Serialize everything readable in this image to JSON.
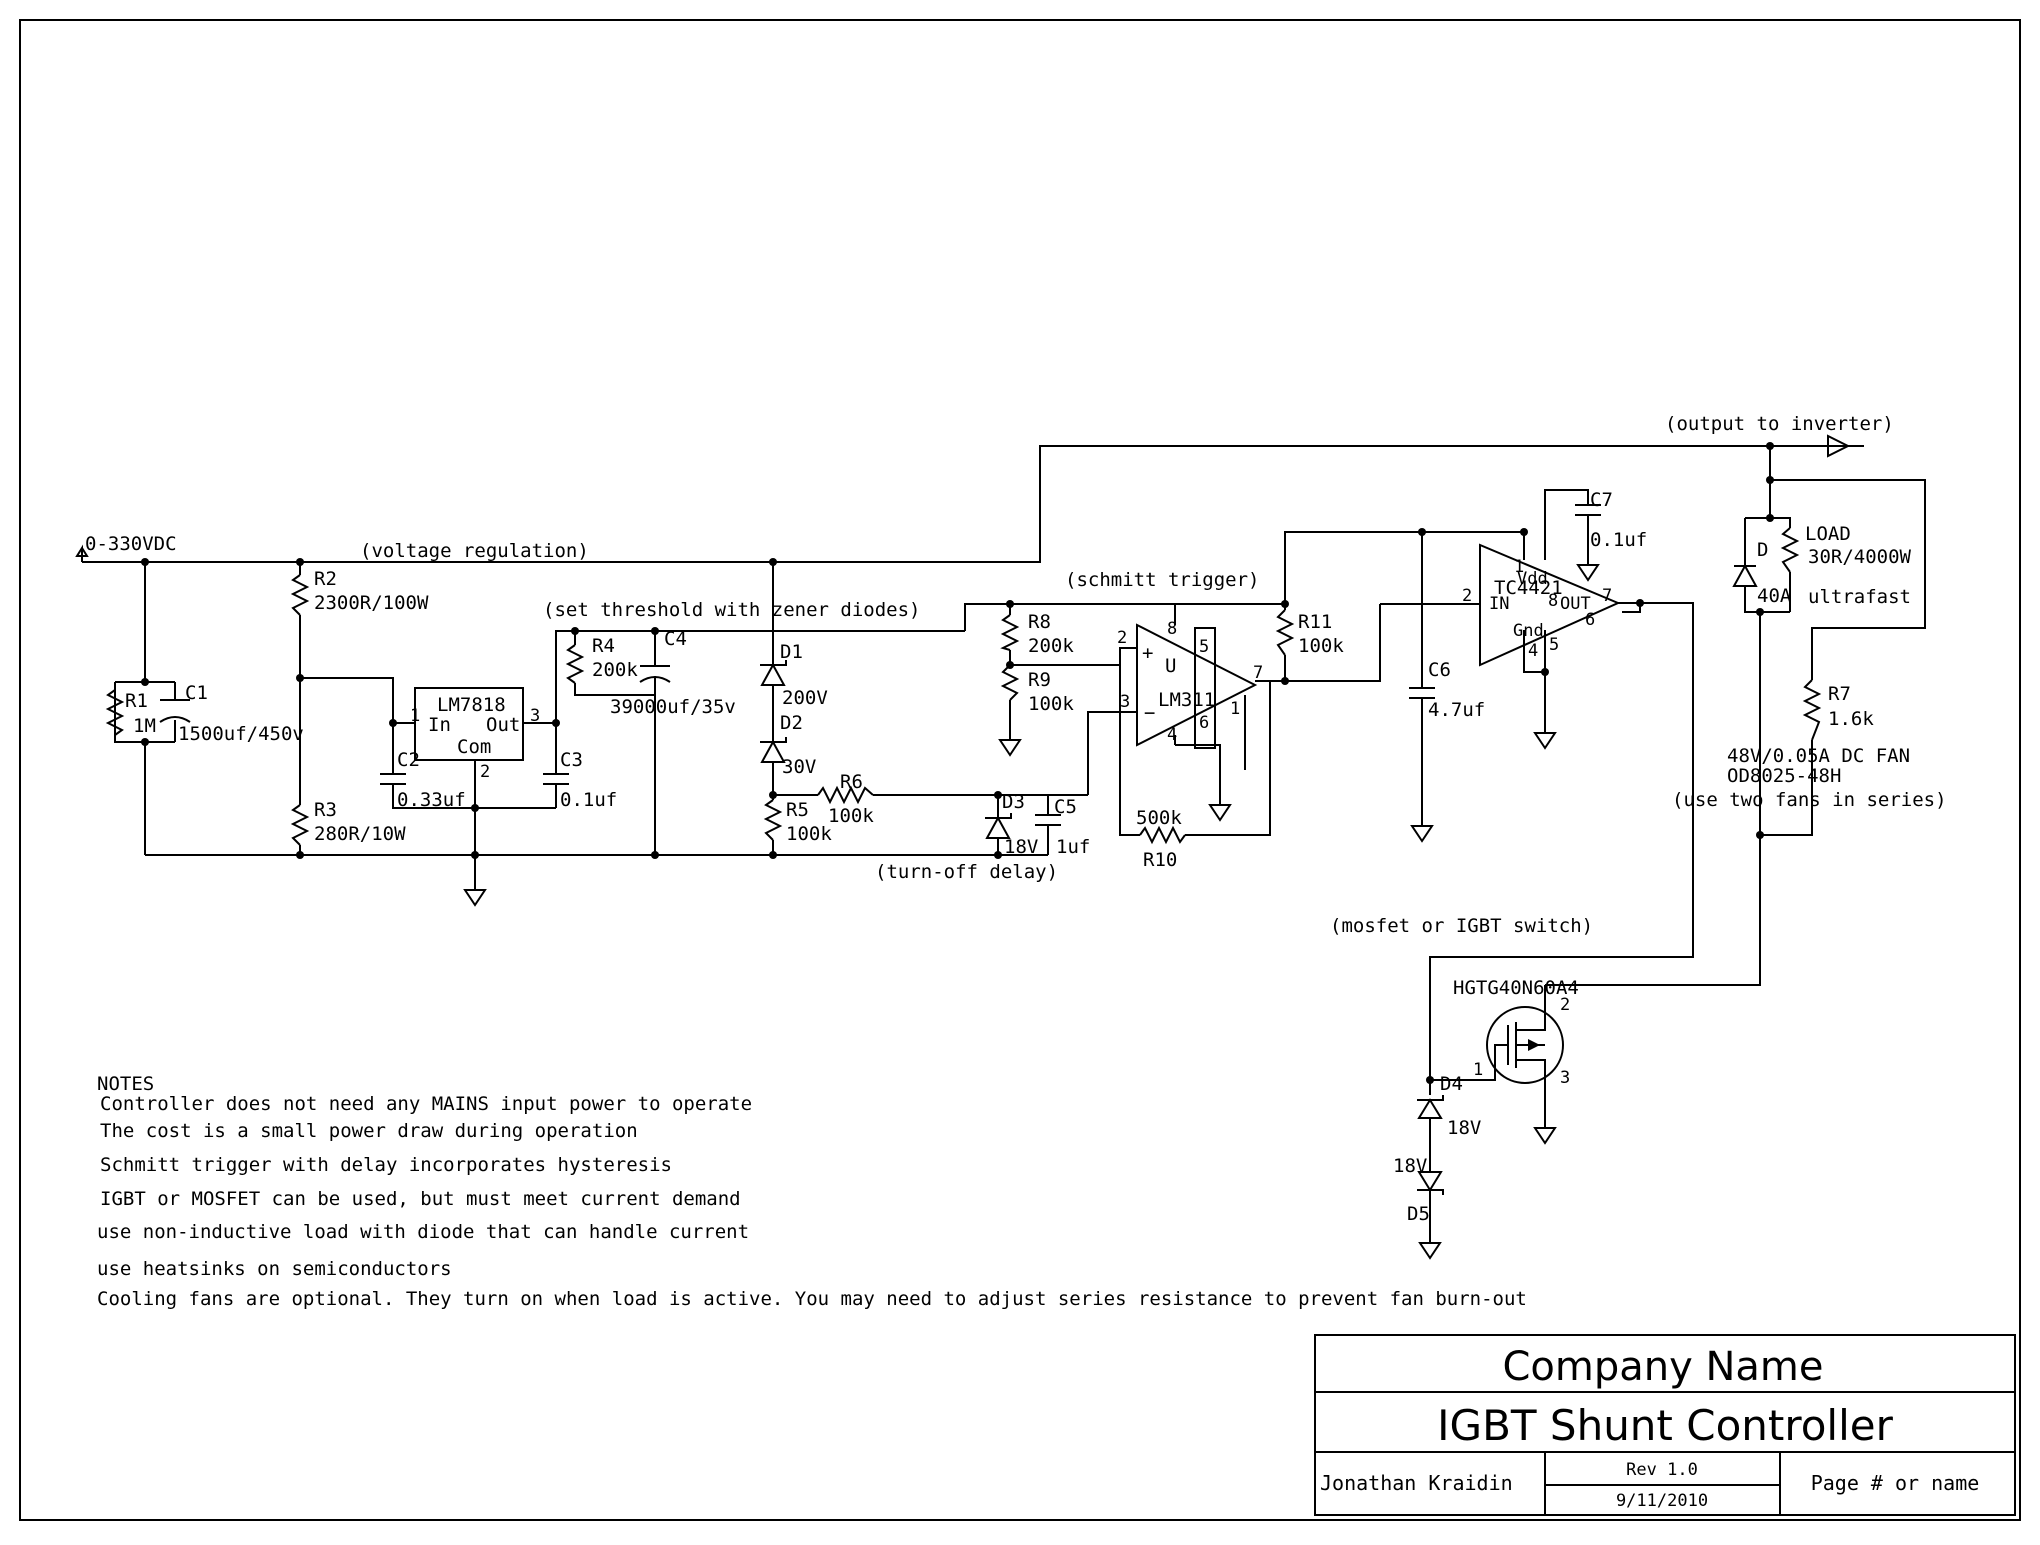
{
  "labels": {
    "input": "0-330VDC",
    "voltage_regulation": "(voltage regulation)",
    "output_to_inverter": "(output to inverter)",
    "set_threshold": "(set threshold with zener diodes)",
    "schmitt_trigger": "(schmitt trigger)",
    "turn_off_delay": "(turn-off delay)",
    "mosfet_switch": "(mosfet or IGBT switch)"
  },
  "components": {
    "R1": {
      "ref": "R1",
      "value": "1M"
    },
    "C1": {
      "ref": "C1",
      "value": "1500uf/450v"
    },
    "R2": {
      "ref": "R2",
      "value": "2300R/100W"
    },
    "R3": {
      "ref": "R3",
      "value": "280R/10W"
    },
    "LM7818": {
      "ref": "LM7818",
      "in": "In",
      "out": "Out",
      "com": "Com",
      "pin_in": "1",
      "pin_out": "3",
      "pin_com": "2"
    },
    "C2": {
      "ref": "C2",
      "value": "0.33uf"
    },
    "C3": {
      "ref": "C3",
      "value": "0.1uf"
    },
    "R4": {
      "ref": "R4",
      "value": "200k"
    },
    "C4": {
      "ref": "C4",
      "value": "39000uf/35v"
    },
    "D1": {
      "ref": "D1",
      "value": "200V"
    },
    "D2": {
      "ref": "D2",
      "value": "30V"
    },
    "R5": {
      "ref": "R5",
      "value": "100k"
    },
    "R6": {
      "ref": "R6",
      "value": "100k"
    },
    "D3": {
      "ref": "D3",
      "value": "18V"
    },
    "C5": {
      "ref": "C5",
      "value": "1uf"
    },
    "R8": {
      "ref": "R8",
      "value": "200k"
    },
    "R9": {
      "ref": "R9",
      "value": "100k"
    },
    "LM311": {
      "ref": "LM311",
      "unit": "U",
      "plus": "+",
      "minus": "−",
      "p2": "2",
      "p3": "3",
      "p8": "8",
      "p4": "4",
      "p5": "5",
      "p6": "6",
      "p7": "7",
      "p1": "1"
    },
    "R10": {
      "ref": "R10",
      "value": "500k"
    },
    "R11": {
      "ref": "R11",
      "value": "100k"
    },
    "C6": {
      "ref": "C6",
      "value": "4.7uf"
    },
    "TC4421": {
      "ref": "TC4421",
      "vdd": "Vdd",
      "in": "IN",
      "out": "OUT",
      "gnd": "Gnd",
      "p1": "1",
      "p8": "8",
      "p2": "2",
      "p7": "7",
      "p6": "6",
      "p4": "4",
      "p5": "5"
    },
    "C7": {
      "ref": "C7",
      "value": "0.1uf"
    },
    "D": {
      "ref": "D",
      "value": "40A"
    },
    "LOAD": {
      "ref": "LOAD",
      "value": "30R/4000W",
      "note": "ultrafast"
    },
    "R7": {
      "ref": "R7",
      "value": "1.6k"
    },
    "FAN": {
      "line1": "48V/0.05A DC FAN",
      "line2": "OD8025-48H",
      "line3": "(use two fans in series)"
    },
    "Q1": {
      "ref": "HGTG40N60A4",
      "p1": "1",
      "p2": "2",
      "p3": "3"
    },
    "D4": {
      "ref": "D4",
      "value": "18V"
    },
    "D5": {
      "ref": "D5",
      "value": "18V"
    }
  },
  "notes": {
    "heading": "NOTES",
    "lines": [
      "Controller does not need any MAINS input power to operate",
      "The cost is a small power draw during operation",
      "Schmitt trigger with delay incorporates hysteresis",
      "IGBT or MOSFET can be used, but must meet current demand",
      "use non-inductive load with diode that can handle current",
      "use heatsinks on semiconductors",
      "Cooling fans are optional. They turn on when load is active. You may need to adjust series resistance to prevent fan burn-out"
    ]
  },
  "title_block": {
    "company": "Company Name",
    "title": "IGBT Shunt Controller",
    "author": "Jonathan Kraidin",
    "rev": "Rev 1.0",
    "date": "9/11/2010",
    "page": "Page # or name"
  }
}
